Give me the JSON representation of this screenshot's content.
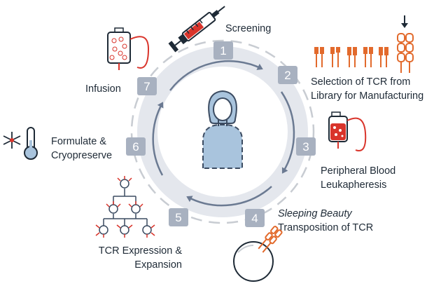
{
  "colors": {
    "outer_ring": "#c8ccd2",
    "inner_ring": "#e4e7ed",
    "arrow": "#6b7a92",
    "num_box": "#a8b1c0",
    "accent_red": "#d9342b",
    "accent_orange": "#e26a2c",
    "person_blue": "#a9c4dd",
    "person_line": "#3b4b61",
    "text": "#1e2a36"
  },
  "steps": [
    {
      "number": "1",
      "label_lines": [
        "Screening"
      ],
      "icon": "syringe-icon"
    },
    {
      "number": "2",
      "label_lines": [
        "Selection of TCR from",
        "Library for Manufacturing"
      ],
      "icon": "tcr-library-icon"
    },
    {
      "number": "3",
      "label_lines": [
        "Peripheral Blood",
        "Leukapheresis"
      ],
      "icon": "blood-bag-icon"
    },
    {
      "number": "4",
      "label_lines": [
        "Sleeping Beauty",
        "Transposition of TCR"
      ],
      "icon": "transposition-cell-icon"
    },
    {
      "number": "5",
      "label_lines": [
        "TCR Expression &",
        "Expansion"
      ],
      "icon": "cell-expansion-icon"
    },
    {
      "number": "6",
      "label_lines": [
        "Formulate &",
        "Cryopreserve"
      ],
      "icon": "thermometer-snowflake-icon"
    },
    {
      "number": "7",
      "label_lines": [
        "Infusion"
      ],
      "icon": "infusion-bag-icon"
    }
  ]
}
